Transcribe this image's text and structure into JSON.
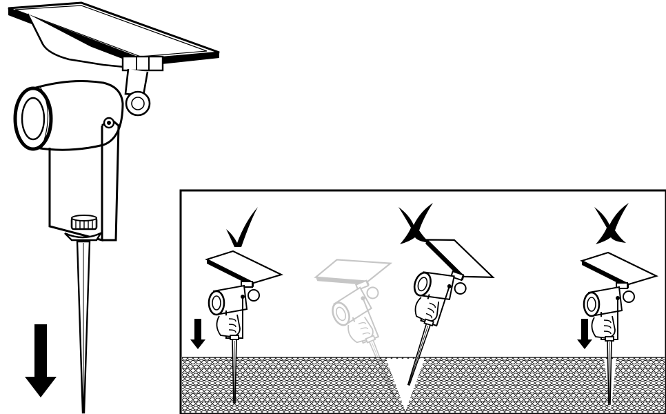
{
  "diagram": {
    "colors": {
      "line": "#000000",
      "background": "#ffffff",
      "ghost": "#c8c8c8",
      "soil": "#ffffff"
    },
    "icons": {
      "correct_mark": "check-icon",
      "wrong_mark": "x-icon",
      "direction": "down-arrow-icon"
    },
    "panels": [
      {
        "name": "correct",
        "mark": "check"
      },
      {
        "name": "tilted-insertion",
        "mark": "cross"
      },
      {
        "name": "holding-by-head",
        "mark": "cross"
      }
    ]
  }
}
